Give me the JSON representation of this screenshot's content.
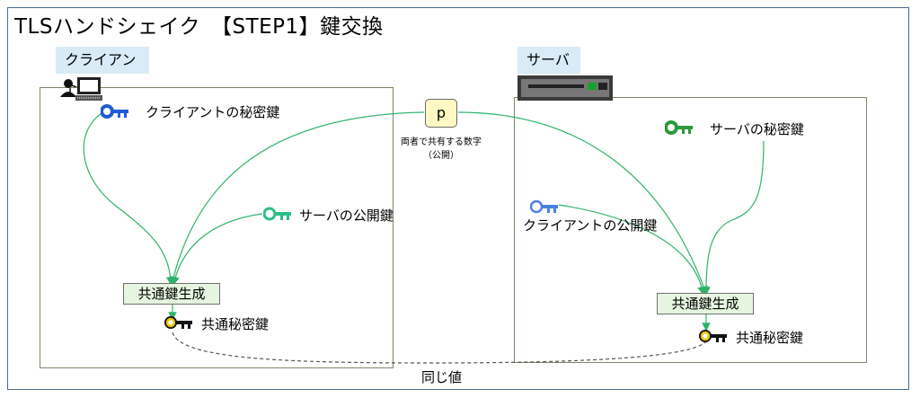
{
  "title": "TLSハンドシェイク　【STEP1】鍵交換",
  "client": {
    "label": "クライアント",
    "private_key": "クライアントの秘密鍵",
    "server_public_key": "サーバの公開鍵",
    "gen_label": "共通鍵生成",
    "common_key": "共通秘密鍵"
  },
  "server": {
    "label": "サーバ",
    "private_key": "サーバの秘密鍵",
    "client_public_key": "クライアントの公開鍵",
    "gen_label": "共通鍵生成",
    "common_key": "共通秘密鍵"
  },
  "shared": {
    "p_label": "p",
    "caption_line1": "両者で共有する数字",
    "caption_line2": "（公開）"
  },
  "same_value_label": "同じ値",
  "colors": {
    "frame": "#4a6d8c",
    "label_bg": "#d8ebf7",
    "arrow": "#2fb36a",
    "blue_key": "#1f5bd6",
    "green_key": "#2a9a3a",
    "teal_key": "#2cc08a",
    "gold_key": "#c9a400",
    "gen_bg": "#e6f5e0",
    "p_bg": "#fff8c4"
  },
  "icons": [
    "user-computer-icon",
    "server-icon",
    "key-icon"
  ]
}
